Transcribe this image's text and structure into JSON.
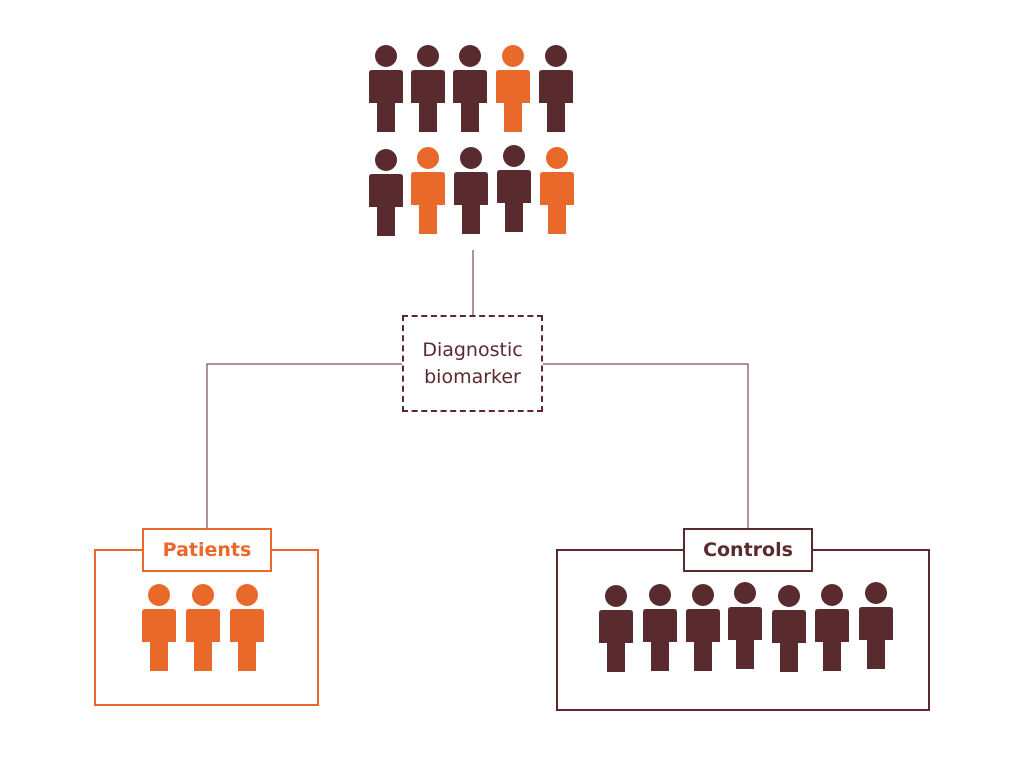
{
  "colors": {
    "dark": "#5a2b2e",
    "orange": "#e8692a"
  },
  "icons": {
    "person": "person-icon"
  },
  "population": {
    "row1": [
      "dark",
      "dark",
      "dark",
      "orange",
      "dark"
    ],
    "row2": [
      "dark",
      "orange",
      "dark",
      "dark",
      "orange"
    ]
  },
  "biomarker": {
    "line1": "Diagnostic",
    "line2": "biomarker"
  },
  "patients": {
    "label": "Patients",
    "count": 3
  },
  "controls": {
    "label": "Controls",
    "count": 7
  }
}
